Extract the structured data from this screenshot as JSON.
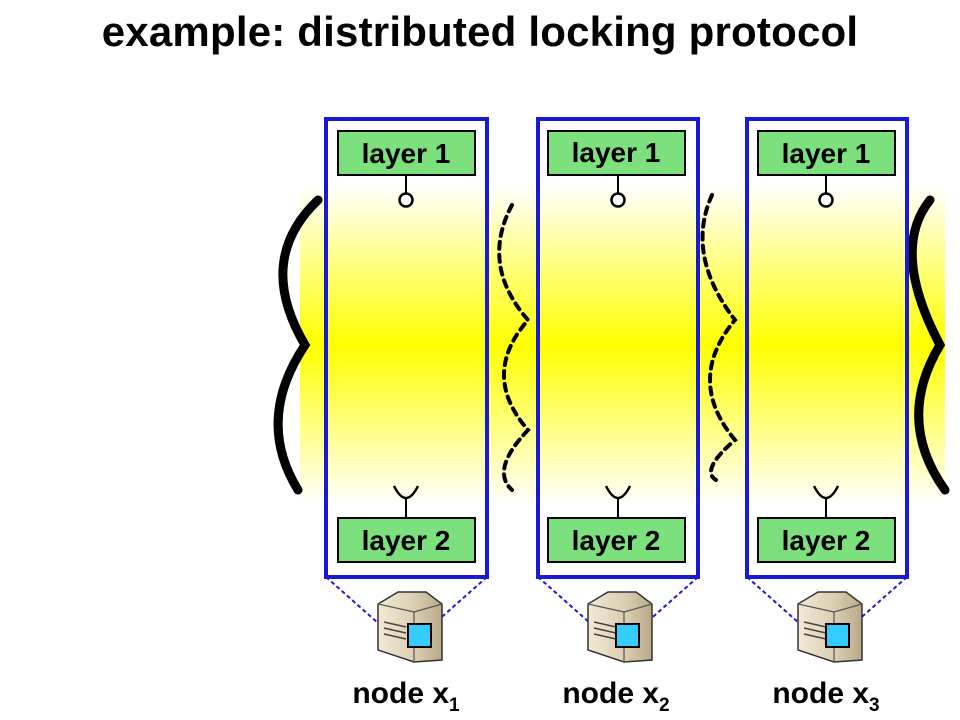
{
  "title": "example: distributed locking protocol",
  "colors": {
    "frame": "#1a1ad6",
    "box_fill": "#7ce07c",
    "band": "#ffff00",
    "server_screen": "#33ccff"
  },
  "icons": {
    "server": "server-icon"
  },
  "nodes": [
    {
      "top_label": "layer 1",
      "bottom_label": "layer 2",
      "name": "node x",
      "sub": "1"
    },
    {
      "top_label": "layer 1",
      "bottom_label": "layer 2",
      "name": "node x",
      "sub": "2"
    },
    {
      "top_label": "layer 1",
      "bottom_label": "layer 2",
      "name": "node x",
      "sub": "3"
    }
  ]
}
